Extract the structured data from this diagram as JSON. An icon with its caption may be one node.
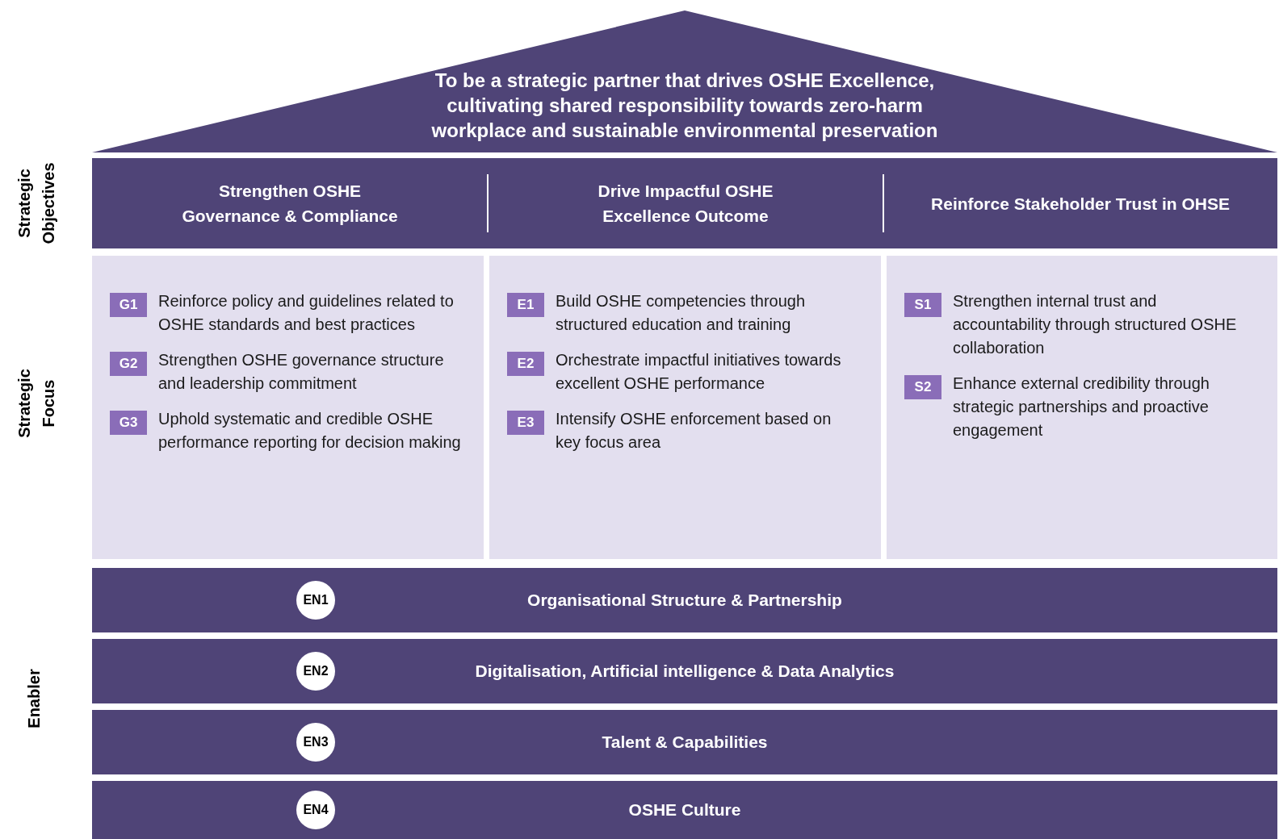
{
  "diagram": {
    "nodes": [
      {
        "text": [
          "To be a strategic partner that drives OSHE Excellence, cultivating shared responsibility towards zero-harm workplace and sustainable environmental preservation"
        ]
      },
      {
        "text": [
          "Strengthen OSHE Governance & Compliance"
        ]
      },
      {
        "text": [
          "Drive Impactful OSHE Excellence Outcome"
        ]
      },
      {
        "text": [
          "Reinforce Stakeholder Trust in OHSE"
        ]
      },
      {
        "text": [],
        "shape": "box"
      },
      {
        "text": [
          "G1"
        ],
        "in": 4,
        "beside": [
          "Reinforce policy and guidelines related to OSHE standards and best practices"
        ]
      },
      {
        "text": [
          "G2"
        ],
        "in": 4,
        "beside": [
          "Strengthen OSHE governance structure and leadership commitment"
        ]
      },
      {
        "text": [
          "G3"
        ],
        "in": 4,
        "beside": [
          "Uphold systematic and credible OSHE performance reporting for decision making"
        ]
      },
      {
        "text": [],
        "shape": "box"
      },
      {
        "text": [
          "E1"
        ],
        "in": 8,
        "beside": [
          "Build OSHE competencies through structured education and training"
        ]
      },
      {
        "text": [
          "E2"
        ],
        "in": 8,
        "beside": [
          "Orchestrate impactful initiatives towards excellent OSHE performance"
        ]
      },
      {
        "text": [
          "E3"
        ],
        "in": 8,
        "beside": [
          "Intensify OSHE enforcement based on key focus area"
        ]
      },
      {
        "text": [],
        "shape": "box"
      },
      {
        "text": [
          "S1"
        ],
        "in": 12,
        "beside": [
          "Strengthen internal trust and accountability through structured OSHE collaboration"
        ]
      },
      {
        "text": [
          "S2"
        ],
        "in": 12,
        "beside": [
          "Enhance external credibility through strategic partnerships and proactive engagement"
        ]
      },
      {
        "text": [
          "Organisational Structure & Partnership"
        ]
      },
      {
        "text": [
          "EN1"
        ],
        "in": 15
      },
      {
        "text": [
          "Digitalisation, Artificial intelligence & Data Analytics"
        ]
      },
      {
        "text": [
          "EN2"
        ],
        "in": 17
      },
      {
        "text": [
          "Talent & Capabilities"
        ]
      },
      {
        "text": [
          "EN3"
        ],
        "in": 19
      },
      {
        "text": [
          "OSHE Culture"
        ]
      },
      {
        "text": [
          "EN4"
        ],
        "in": 21
      }
    ],
    "labels": [
      "Strategic Objectives",
      "Strategic Focus",
      "Enabler"
    ]
  }
}
